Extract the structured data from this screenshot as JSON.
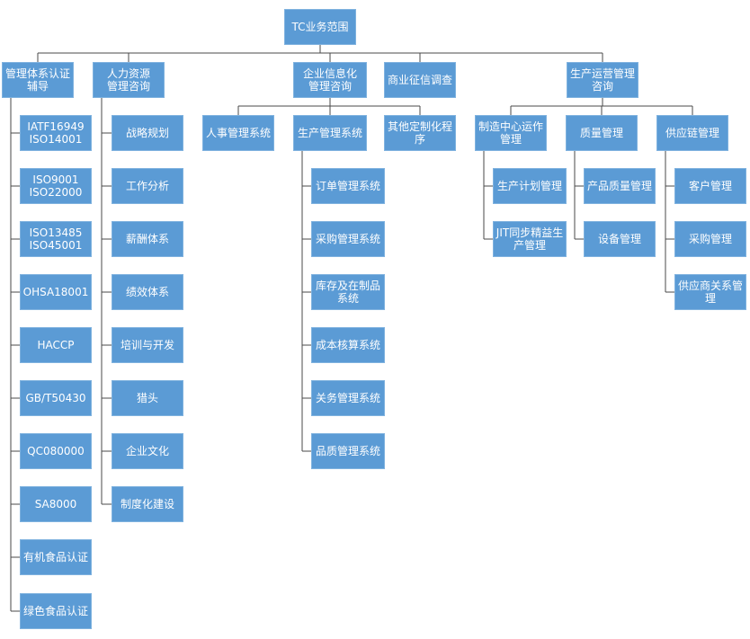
{
  "root": "TC业务范围",
  "branches": [
    {
      "label": "管理体系认证\n辅导",
      "children": [
        "IATF16949\nISO14001",
        "ISO9001\nISO22000",
        "ISO13485\nISO45001",
        "OHSA18001",
        "HACCP",
        "GB/T50430",
        "QC080000",
        "SA8000",
        "有机食品认证",
        "绿色食品认证"
      ]
    },
    {
      "label": "人力资源\n管理咨询",
      "children": [
        "战略规划",
        "工作分析",
        "薪酬体系",
        "绩效体系",
        "培训与开发",
        "猎头",
        "企业文化",
        "制度化建设"
      ]
    },
    {
      "label": "企业信息化\n管理咨询",
      "children": [
        {
          "label": "人事管理系统",
          "children": []
        },
        {
          "label": "生产管理系统",
          "children": [
            "订单管理系统",
            "采购管理系统",
            "库存及在制品\n系统",
            "成本核算系统",
            "关务管理系统",
            "品质管理系统"
          ]
        },
        {
          "label": "其他定制化程\n序",
          "children": []
        }
      ]
    },
    {
      "label": "商业征信调查",
      "children": []
    },
    {
      "label": "生产运营管理\n咨询",
      "children": [
        {
          "label": "制造中心运作\n管理",
          "children": [
            "生产计划管理",
            "JIT同步精益生\n产管理"
          ]
        },
        {
          "label": "质量管理",
          "children": [
            "产品质量管理",
            "设备管理"
          ]
        },
        {
          "label": "供应链管理",
          "children": [
            "客户管理",
            "采购管理",
            "供应商关系管\n理"
          ]
        }
      ]
    }
  ]
}
